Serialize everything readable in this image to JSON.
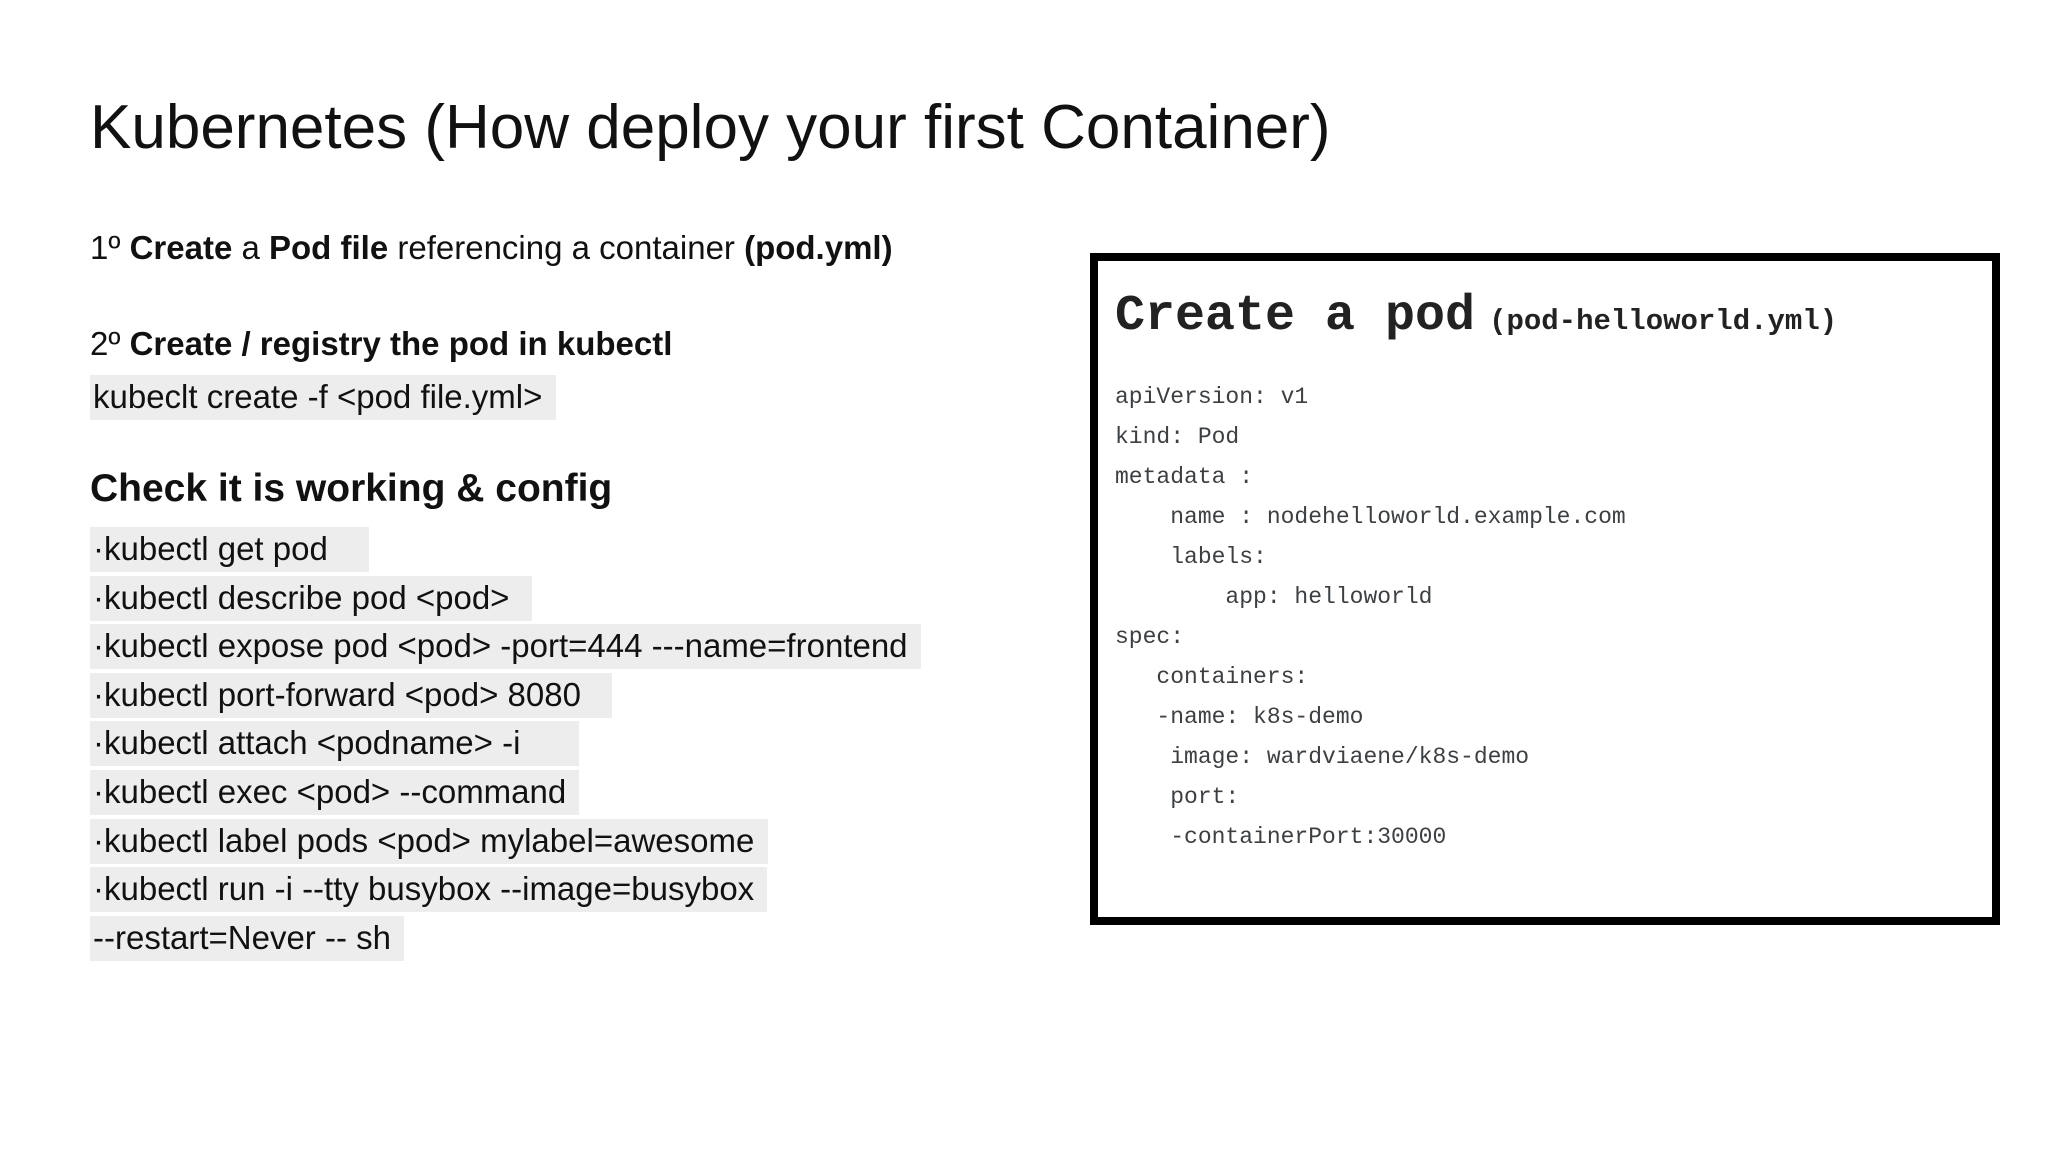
{
  "slide": {
    "title": "Kubernetes (How deploy your first Container)"
  },
  "steps": [
    {
      "segments": [
        {
          "text": "1º ",
          "bold": false
        },
        {
          "text": "Create",
          "bold": true
        },
        {
          "text": " a ",
          "bold": false
        },
        {
          "text": "Pod file",
          "bold": true
        },
        {
          "text": " referencing a container ",
          "bold": false
        },
        {
          "text": "(pod.yml)",
          "bold": true
        }
      ]
    },
    {
      "segments": [
        {
          "text": "2º ",
          "bold": false
        },
        {
          "text": "Create / registry the pod in kubectl",
          "bold": true
        }
      ]
    }
  ],
  "create_command": "kubeclt create -f <pod file.yml> ",
  "section_heading": "Check it is working & config",
  "commands": [
    "·kubectl get pod    ",
    "·kubectl describe pod <pod>  ",
    "·kubectl expose pod <pod> -port=444 ---name=frontend ",
    "·kubectl port-forward <pod> 8080   ",
    "·kubectl attach <podname> -i      ",
    "·kubectl exec <pod> --command ",
    "·kubectl label pods <pod> mylabel=awesome ",
    "·kubectl run -i --tty busybox --image=busybox ",
    "--restart=Never -- sh "
  ],
  "code_panel": {
    "title": "Create a pod",
    "filename": "(pod-helloworld.yml)",
    "lines": [
      "apiVersion: v1",
      "kind: Pod",
      "metadata :",
      "    name : nodehelloworld.example.com",
      "    labels:",
      "        app: helloworld",
      "spec:",
      "   containers:",
      "   -name: k8s-demo",
      "    image: wardviaene/k8s-demo",
      "    port:",
      "    -containerPort:30000"
    ]
  },
  "colors": {
    "body_text": "#111111",
    "code_text": "#3d4043",
    "highlight": "#ededed",
    "panel_border": "#000000",
    "background": "#ffffff"
  }
}
